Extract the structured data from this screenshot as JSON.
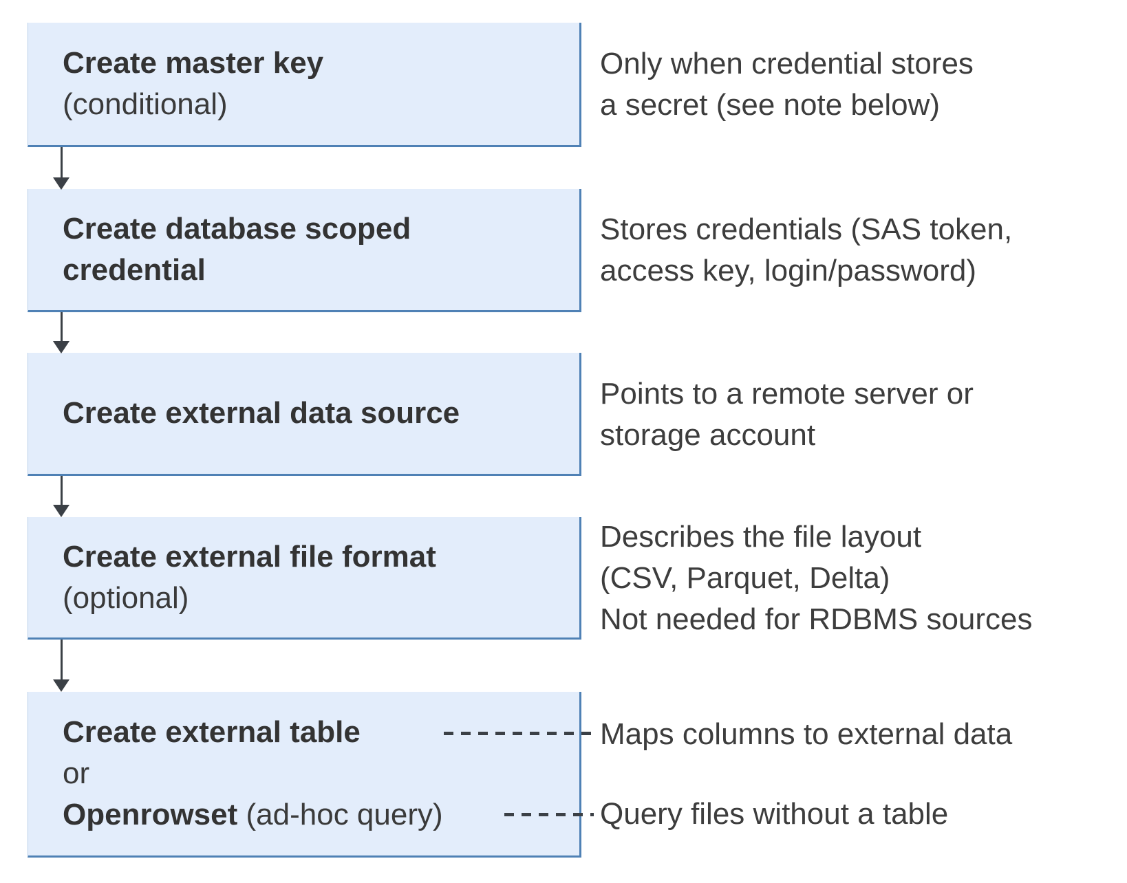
{
  "colors": {
    "box_fill": "#e3edfb",
    "box_border": "#4f81b5",
    "arrow_and_dash": "#3b4046",
    "title_text": "#333333",
    "note_text": "#3d3d3d"
  },
  "steps": [
    {
      "title": "Create master key",
      "subtitle": "(conditional)",
      "note": "Only when credential stores\na secret (see note below)"
    },
    {
      "title": "Create database scoped\ncredential",
      "subtitle": "",
      "note": "Stores credentials (SAS token,\naccess key, login/password)"
    },
    {
      "title": "Create external data source",
      "subtitle": "",
      "note": "Points to a remote server or\nstorage account"
    },
    {
      "title": "Create external file format",
      "subtitle": "(optional)",
      "note": "Describes the file layout\n(CSV, Parquet, Delta)\nNot needed for RDBMS sources"
    }
  ],
  "final_step": {
    "title": "Create external table",
    "or_label": "or",
    "alt_name": "Openrowset",
    "alt_qualifier": " (ad-hoc query)",
    "note_table": "Maps columns to external data",
    "note_openrowset": "Query files without a table"
  }
}
